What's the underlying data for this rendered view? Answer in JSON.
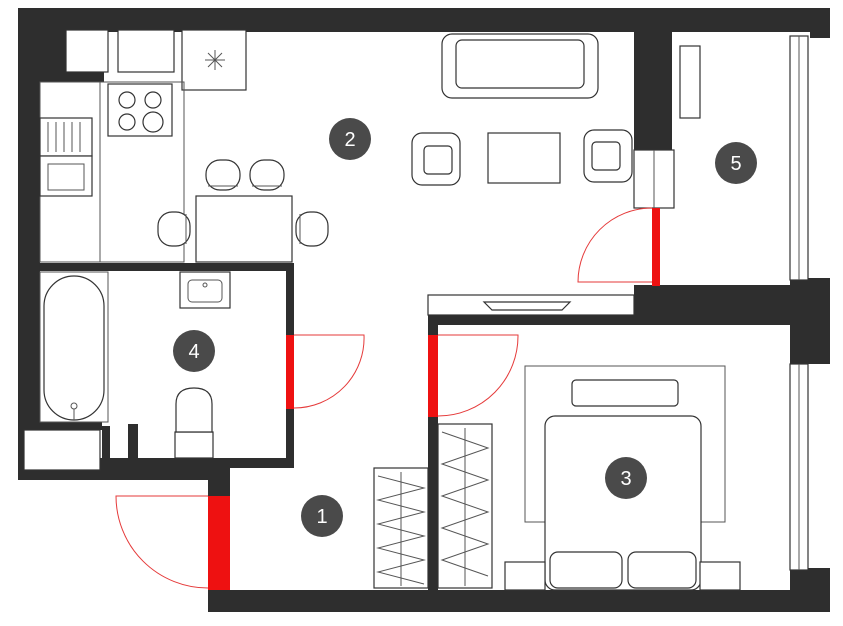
{
  "colors": {
    "wall": "#2e2e2e",
    "door": "#ee1111",
    "door_arc": "#e53a3a",
    "badge": "#4a4a4a",
    "badge_text": "#ffffff",
    "furniture_stroke": "#333333",
    "background": "#ffffff"
  },
  "rooms": [
    {
      "label": "1",
      "name": "hallway"
    },
    {
      "label": "2",
      "name": "kitchen-living-room"
    },
    {
      "label": "3",
      "name": "bedroom"
    },
    {
      "label": "4",
      "name": "bathroom"
    },
    {
      "label": "5",
      "name": "balcony"
    }
  ],
  "icons": [
    "room-number-badge",
    "door-swing-arc",
    "window",
    "sofa",
    "armchair",
    "bed",
    "bathtub",
    "toilet",
    "sink",
    "stove",
    "wardrobe",
    "dining-table",
    "chair"
  ]
}
